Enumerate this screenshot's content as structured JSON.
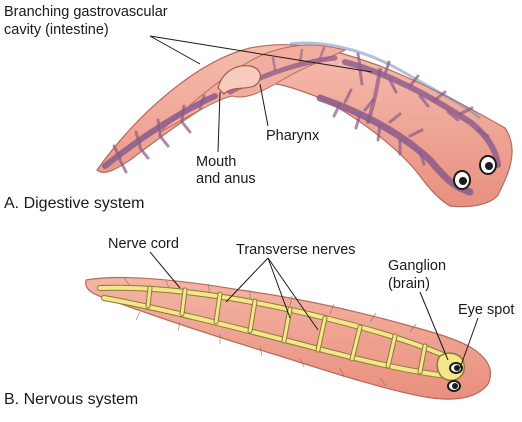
{
  "digestive": {
    "title": "A. Digestive system",
    "labels": {
      "cavity_line1": "Branching gastrovascular",
      "cavity_line2": "cavity (intestine)",
      "pharynx": "Pharynx",
      "mouth_line1": "Mouth",
      "mouth_line2": "and anus"
    }
  },
  "nervous": {
    "title": "B. Nervous system",
    "labels": {
      "nerve_cord": "Nerve cord",
      "transverse": "Transverse nerves",
      "ganglion_line1": "Ganglion",
      "ganglion_line2": "(brain)",
      "eye_spot": "Eye spot"
    }
  },
  "colors": {
    "body": "#f0a898",
    "body_edge": "#b86a5c",
    "intestine": "#8a5a8c",
    "nerve": "#f5e68a",
    "nerve_edge": "#8a7a3a",
    "eye": "#1c1c1c"
  }
}
